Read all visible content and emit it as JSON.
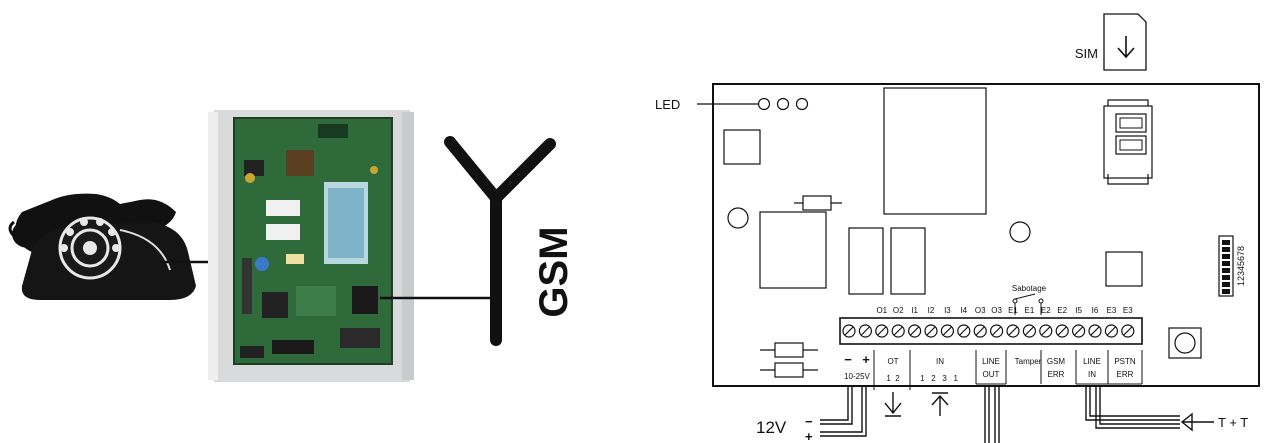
{
  "left": {
    "gsm_label": "GSM"
  },
  "right": {
    "sim_label": "SIM",
    "led_label": "LED",
    "sabotage_label": "Sabotage",
    "dip_label": "12345678",
    "terminals": [
      "O1",
      "O2",
      "I1",
      "I2",
      "I3",
      "I4",
      "O3",
      "O3",
      "E1",
      "E1",
      "E2",
      "E2",
      "I5",
      "I6",
      "E3",
      "E3"
    ],
    "groups": {
      "power_minus": "−",
      "power_plus": "+",
      "power_range": "10-25V",
      "ot": "OT",
      "ot_nums": "1  2",
      "in": "IN",
      "in_nums": "1   2   3   1",
      "line_out_1": "LINE",
      "line_out_2": "OUT",
      "tamper": "Tamper",
      "gsm_err_1": "GSM",
      "gsm_err_2": "ERR",
      "line_in_1": "LINE",
      "line_in_2": "IN",
      "pstn_err_1": "PSTN",
      "pstn_err_2": "ERR"
    },
    "supply_label": "12V",
    "supply_minus": "−",
    "supply_plus": "+",
    "tt_label": "T + T"
  }
}
